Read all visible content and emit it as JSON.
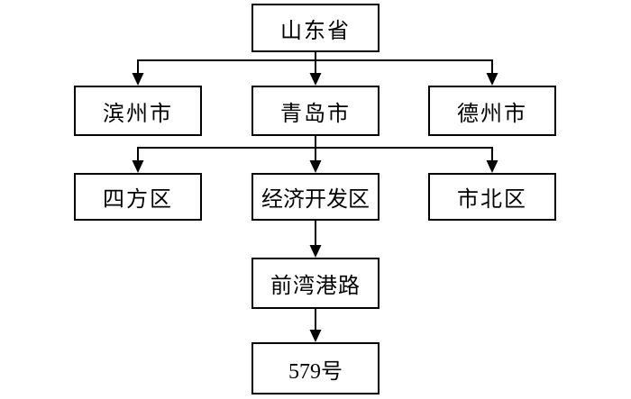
{
  "diagram": {
    "type": "flowchart",
    "direction": "top-down",
    "colors": {
      "background": "#ffffff",
      "node_fill": "#ffffff",
      "node_border": "#000000",
      "line": "#000000",
      "text": "#000000"
    },
    "nodes": {
      "province": {
        "label": "山东省"
      },
      "city_binzhou": {
        "label": "滨州市"
      },
      "city_qingdao": {
        "label": "青岛市"
      },
      "city_dezhou": {
        "label": "德州市"
      },
      "district_sifang": {
        "label": "四方区"
      },
      "district_jingji": {
        "label": "经济开发区"
      },
      "district_shibei": {
        "label": "市北区"
      },
      "road_qianwan": {
        "label": "前湾港路"
      },
      "house_number": {
        "label": "579号"
      }
    },
    "edges": [
      {
        "from": "山东省",
        "to": "滨州市"
      },
      {
        "from": "山东省",
        "to": "青岛市"
      },
      {
        "from": "山东省",
        "to": "德州市"
      },
      {
        "from": "青岛市",
        "to": "四方区"
      },
      {
        "from": "青岛市",
        "to": "经济开发区"
      },
      {
        "from": "青岛市",
        "to": "市北区"
      },
      {
        "from": "经济开发区",
        "to": "前湾港路"
      },
      {
        "from": "前湾港路",
        "to": "579号"
      }
    ]
  }
}
